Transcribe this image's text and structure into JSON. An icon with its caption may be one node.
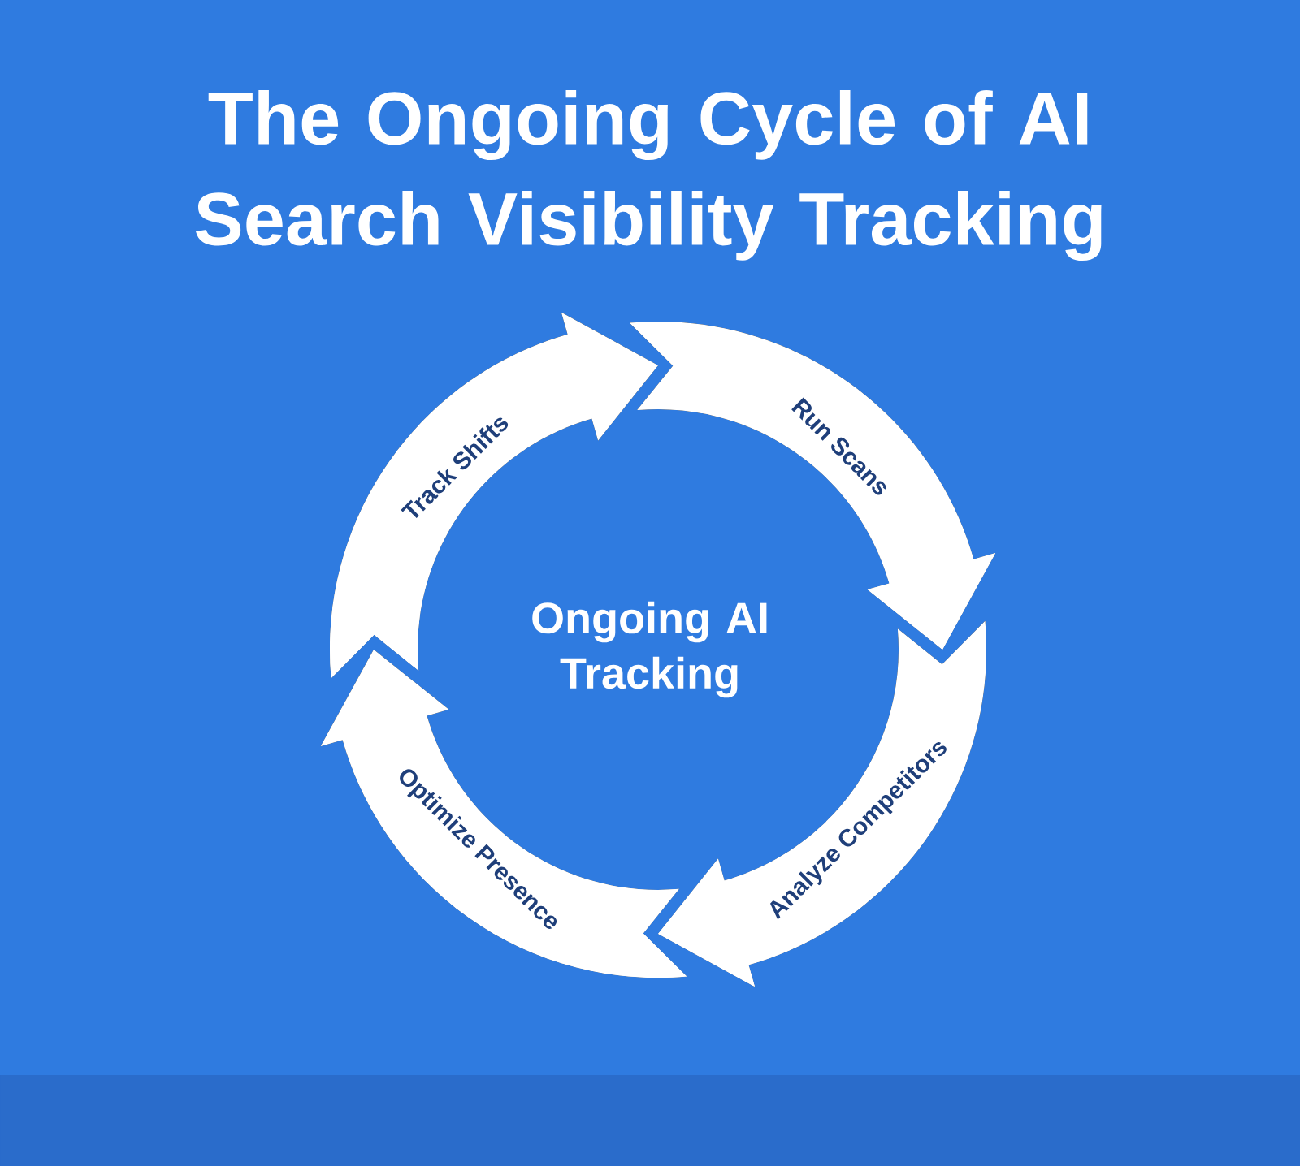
{
  "diagram": {
    "title": "The Ongoing Cycle of AI Search Visibility Tracking",
    "nodes": [
      {
        "text": [
          "Track Shifts"
        ]
      },
      {
        "text": [
          "Run Scans"
        ]
      },
      {
        "text": [
          "Analyze Competitors"
        ]
      },
      {
        "text": [
          "Optimize Presence"
        ]
      }
    ],
    "labels": [
      "Ongoing AI Tracking"
    ]
  }
}
